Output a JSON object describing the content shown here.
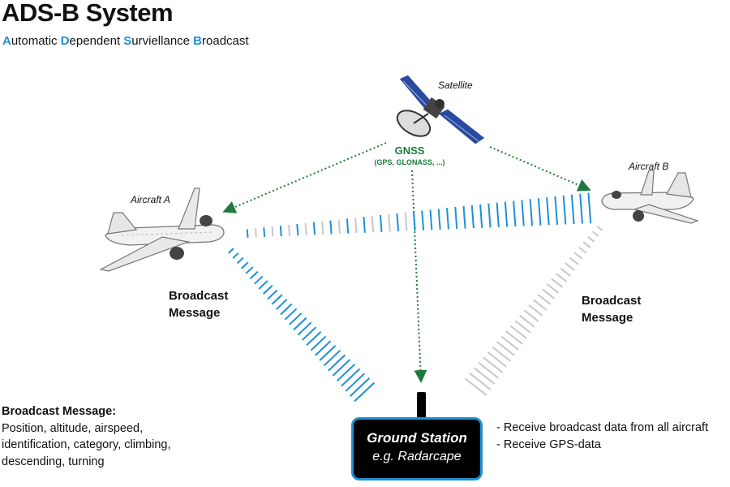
{
  "header": {
    "title": "ADS-B System",
    "subtitle_parts": [
      {
        "hl": "A",
        "rest": "utomatic "
      },
      {
        "hl": "D",
        "rest": "ependent "
      },
      {
        "hl": "S",
        "rest": "urviellance "
      },
      {
        "hl": "B",
        "rest": "roadcast"
      }
    ]
  },
  "labels": {
    "satellite": "Satellite",
    "aircraft_a": "Aircraft A",
    "aircraft_b": "Aircraft B",
    "gnss": "GNSS",
    "gnss_sub": "(GPS, GLONASS, ...)",
    "broadcast_a_line1": "Broadcast",
    "broadcast_a_line2": "Message",
    "broadcast_b_line1": "Broadcast",
    "broadcast_b_line2": "Message"
  },
  "note": {
    "heading": "Broadcast Message:",
    "line1": "Position, altitude, airspeed,",
    "line2": "identification, category, climbing,",
    "line3": "descending, turning"
  },
  "ground_station": {
    "title": "Ground Station",
    "example": "e.g. Radarcape",
    "notes": [
      "- Receive broadcast data from all aircraft",
      "- Receive GPS-data"
    ]
  },
  "colors": {
    "accent_blue": "#1e90d6",
    "gnss_green": "#1e7a3c",
    "wave_gray": "#c8c8c8"
  }
}
